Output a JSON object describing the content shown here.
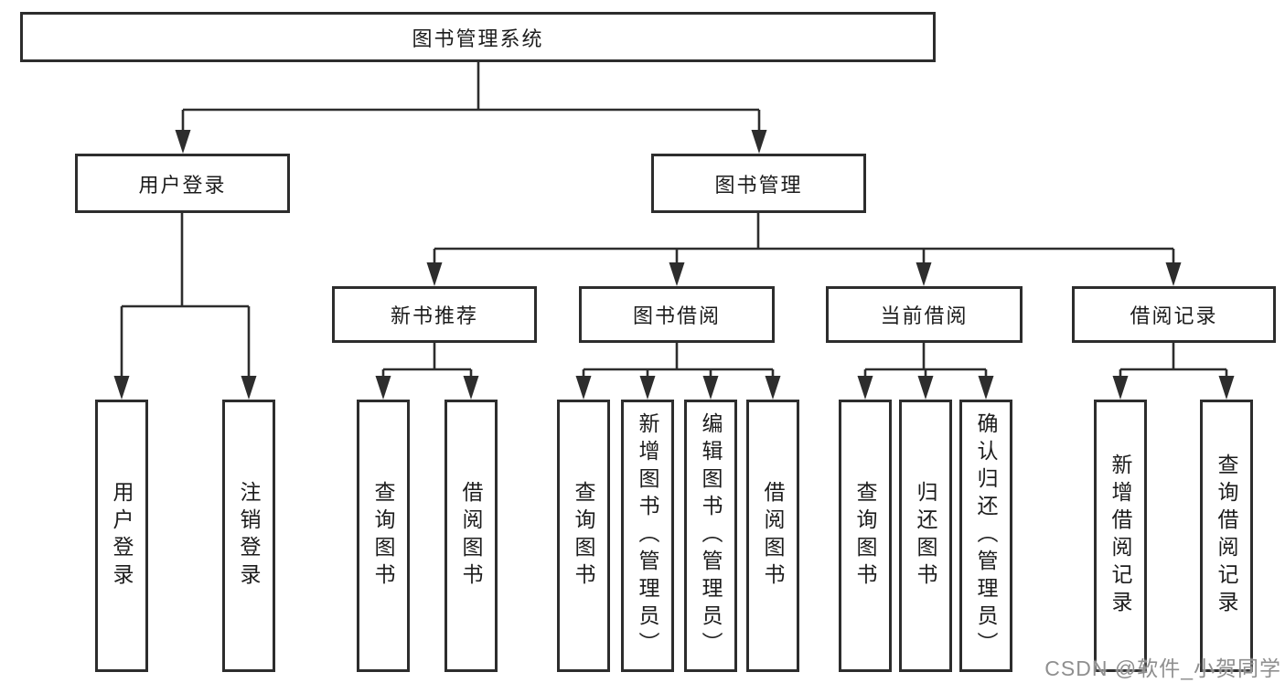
{
  "diagram_title": "图书管理系统",
  "tree": {
    "root": {
      "label": "图书管理系统"
    },
    "branches": [
      {
        "label": "用户登录",
        "children": [
          {
            "label": "用户登录"
          },
          {
            "label": "注销登录"
          }
        ]
      },
      {
        "label": "图书管理",
        "sections": [
          {
            "label": "新书推荐",
            "children": [
              {
                "label": "查询图书"
              },
              {
                "label": "借阅图书"
              }
            ]
          },
          {
            "label": "图书借阅",
            "children": [
              {
                "label": "查询图书"
              },
              {
                "label": "新增图书（管理员）"
              },
              {
                "label": "编辑图书（管理员）"
              },
              {
                "label": "借阅图书"
              }
            ]
          },
          {
            "label": "当前借阅",
            "children": [
              {
                "label": "查询图书"
              },
              {
                "label": "归还图书"
              },
              {
                "label": "确认归还（管理员）"
              }
            ]
          },
          {
            "label": "借阅记录",
            "children": [
              {
                "label": "新增借阅记录"
              },
              {
                "label": "查询借阅记录"
              }
            ]
          }
        ]
      }
    ]
  },
  "watermark": "CSDN @软件_小贺同学",
  "colors": {
    "line": "#2d2d2d",
    "box_border": "#2d2d2d",
    "text": "#1c1c1c",
    "background": "#ffffff",
    "watermark": "#8f8f8f"
  }
}
